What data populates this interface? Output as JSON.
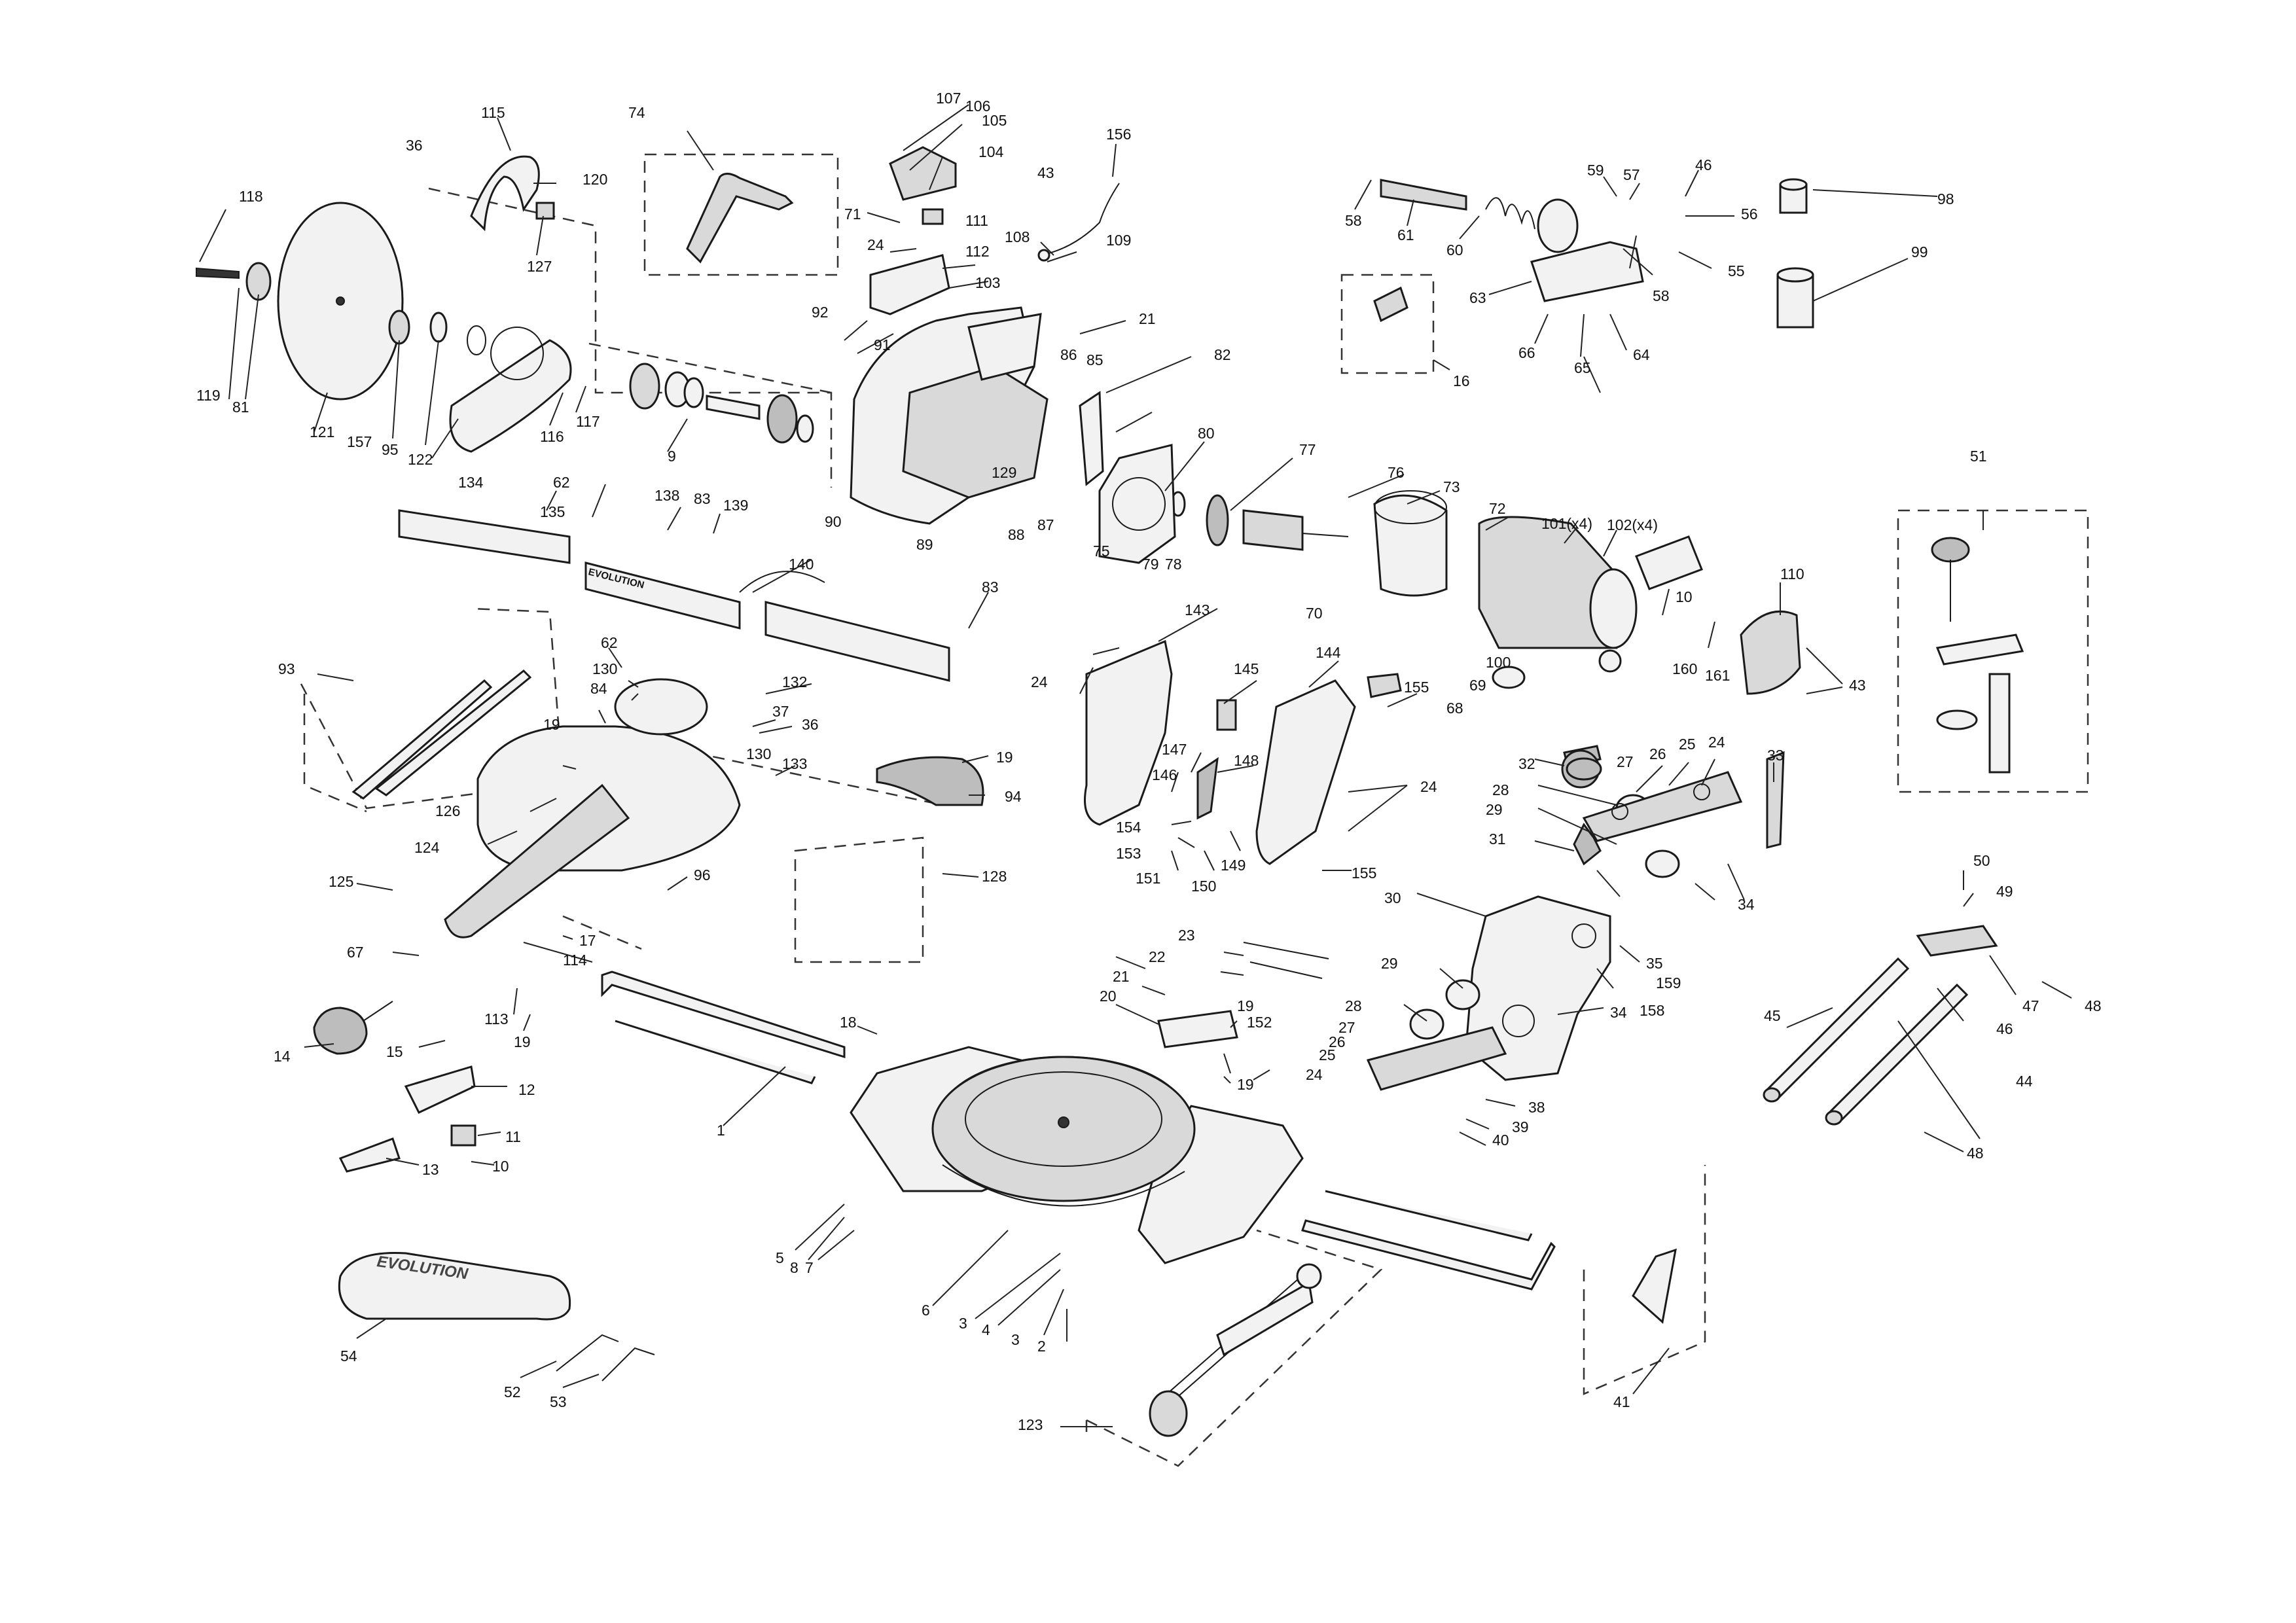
{
  "brand_text": [
    "EVOLUTION"
  ],
  "callouts": [
    {
      "id": "p1",
      "text": "1"
    },
    {
      "id": "p2",
      "text": "2"
    },
    {
      "id": "p3a",
      "text": "3"
    },
    {
      "id": "p3b",
      "text": "3"
    },
    {
      "id": "p4",
      "text": "4"
    },
    {
      "id": "p5",
      "text": "5"
    },
    {
      "id": "p6",
      "text": "6"
    },
    {
      "id": "p7",
      "text": "7"
    },
    {
      "id": "p8",
      "text": "8"
    },
    {
      "id": "p9",
      "text": "9"
    },
    {
      "id": "p10a",
      "text": "10"
    },
    {
      "id": "p10b",
      "text": "10"
    },
    {
      "id": "p11",
      "text": "11"
    },
    {
      "id": "p12",
      "text": "12"
    },
    {
      "id": "p13",
      "text": "13"
    },
    {
      "id": "p14",
      "text": "14"
    },
    {
      "id": "p15",
      "text": "15"
    },
    {
      "id": "p16",
      "text": "16"
    },
    {
      "id": "p17",
      "text": "17"
    },
    {
      "id": "p18",
      "text": "18"
    },
    {
      "id": "p19a",
      "text": "19"
    },
    {
      "id": "p19b",
      "text": "19"
    },
    {
      "id": "p19c",
      "text": "19"
    },
    {
      "id": "p19d",
      "text": "19"
    },
    {
      "id": "p19e",
      "text": "19"
    },
    {
      "id": "p20",
      "text": "20"
    },
    {
      "id": "p21a",
      "text": "21"
    },
    {
      "id": "p21b",
      "text": "21"
    },
    {
      "id": "p22",
      "text": "22"
    },
    {
      "id": "p23",
      "text": "23"
    },
    {
      "id": "p24a",
      "text": "24"
    },
    {
      "id": "p24b",
      "text": "24"
    },
    {
      "id": "p24c",
      "text": "24"
    },
    {
      "id": "p24d",
      "text": "24"
    },
    {
      "id": "p24e",
      "text": "24"
    },
    {
      "id": "p25a",
      "text": "25"
    },
    {
      "id": "p25b",
      "text": "25"
    },
    {
      "id": "p26a",
      "text": "26"
    },
    {
      "id": "p26b",
      "text": "26"
    },
    {
      "id": "p27a",
      "text": "27"
    },
    {
      "id": "p27b",
      "text": "27"
    },
    {
      "id": "p28a",
      "text": "28"
    },
    {
      "id": "p28b",
      "text": "28"
    },
    {
      "id": "p29a",
      "text": "29"
    },
    {
      "id": "p29b",
      "text": "29"
    },
    {
      "id": "p30",
      "text": "30"
    },
    {
      "id": "p31",
      "text": "31"
    },
    {
      "id": "p32",
      "text": "32"
    },
    {
      "id": "p33",
      "text": "33"
    },
    {
      "id": "p34a",
      "text": "34"
    },
    {
      "id": "p34b",
      "text": "34"
    },
    {
      "id": "p35",
      "text": "35"
    },
    {
      "id": "p36a",
      "text": "36"
    },
    {
      "id": "p36b",
      "text": "36"
    },
    {
      "id": "p37",
      "text": "37"
    },
    {
      "id": "p38",
      "text": "38"
    },
    {
      "id": "p39",
      "text": "39"
    },
    {
      "id": "p40",
      "text": "40"
    },
    {
      "id": "p41",
      "text": "41"
    },
    {
      "id": "p43a",
      "text": "43"
    },
    {
      "id": "p43b",
      "text": "43"
    },
    {
      "id": "p44",
      "text": "44"
    },
    {
      "id": "p45",
      "text": "45"
    },
    {
      "id": "p46a",
      "text": "46"
    },
    {
      "id": "p46b",
      "text": "46"
    },
    {
      "id": "p47",
      "text": "47"
    },
    {
      "id": "p48a",
      "text": "48"
    },
    {
      "id": "p48b",
      "text": "48"
    },
    {
      "id": "p49",
      "text": "49"
    },
    {
      "id": "p50",
      "text": "50"
    },
    {
      "id": "p51",
      "text": "51"
    },
    {
      "id": "p52",
      "text": "52"
    },
    {
      "id": "p53",
      "text": "53"
    },
    {
      "id": "p54",
      "text": "54"
    },
    {
      "id": "p55",
      "text": "55"
    },
    {
      "id": "p56",
      "text": "56"
    },
    {
      "id": "p57",
      "text": "57"
    },
    {
      "id": "p58a",
      "text": "58"
    },
    {
      "id": "p58b",
      "text": "58"
    },
    {
      "id": "p59",
      "text": "59"
    },
    {
      "id": "p60",
      "text": "60"
    },
    {
      "id": "p61",
      "text": "61"
    },
    {
      "id": "p62a",
      "text": "62"
    },
    {
      "id": "p62b",
      "text": "62"
    },
    {
      "id": "p63",
      "text": "63"
    },
    {
      "id": "p64",
      "text": "64"
    },
    {
      "id": "p65",
      "text": "65"
    },
    {
      "id": "p66",
      "text": "66"
    },
    {
      "id": "p67",
      "text": "67"
    },
    {
      "id": "p68",
      "text": "68"
    },
    {
      "id": "p69",
      "text": "69"
    },
    {
      "id": "p70",
      "text": "70"
    },
    {
      "id": "p71",
      "text": "71"
    },
    {
      "id": "p72",
      "text": "72"
    },
    {
      "id": "p73",
      "text": "73"
    },
    {
      "id": "p74",
      "text": "74"
    },
    {
      "id": "p75",
      "text": "75"
    },
    {
      "id": "p76",
      "text": "76"
    },
    {
      "id": "p77",
      "text": "77"
    },
    {
      "id": "p78",
      "text": "78"
    },
    {
      "id": "p79",
      "text": "79"
    },
    {
      "id": "p80",
      "text": "80"
    },
    {
      "id": "p81",
      "text": "81"
    },
    {
      "id": "p82",
      "text": "82"
    },
    {
      "id": "p83a",
      "text": "83"
    },
    {
      "id": "p83b",
      "text": "83"
    },
    {
      "id": "p84",
      "text": "84"
    },
    {
      "id": "p85",
      "text": "85"
    },
    {
      "id": "p86",
      "text": "86"
    },
    {
      "id": "p87",
      "text": "87"
    },
    {
      "id": "p88",
      "text": "88"
    },
    {
      "id": "p89",
      "text": "89"
    },
    {
      "id": "p90",
      "text": "90"
    },
    {
      "id": "p91",
      "text": "91"
    },
    {
      "id": "p92",
      "text": "92"
    },
    {
      "id": "p93",
      "text": "93"
    },
    {
      "id": "p94",
      "text": "94"
    },
    {
      "id": "p95",
      "text": "95"
    },
    {
      "id": "p96",
      "text": "96"
    },
    {
      "id": "p98",
      "text": "98"
    },
    {
      "id": "p99",
      "text": "99"
    },
    {
      "id": "p100",
      "text": "100"
    },
    {
      "id": "p101",
      "text": "101(x4)"
    },
    {
      "id": "p102",
      "text": "102(x4)"
    },
    {
      "id": "p103",
      "text": "103"
    },
    {
      "id": "p104",
      "text": "104"
    },
    {
      "id": "p105",
      "text": "105"
    },
    {
      "id": "p106",
      "text": "106"
    },
    {
      "id": "p107",
      "text": "107"
    },
    {
      "id": "p108",
      "text": "108"
    },
    {
      "id": "p109",
      "text": "109"
    },
    {
      "id": "p110",
      "text": "110"
    },
    {
      "id": "p111",
      "text": "111"
    },
    {
      "id": "p112",
      "text": "112"
    },
    {
      "id": "p113",
      "text": "113"
    },
    {
      "id": "p114",
      "text": "114"
    },
    {
      "id": "p115",
      "text": "115"
    },
    {
      "id": "p116",
      "text": "116"
    },
    {
      "id": "p117",
      "text": "117"
    },
    {
      "id": "p118",
      "text": "118"
    },
    {
      "id": "p119",
      "text": "119"
    },
    {
      "id": "p120",
      "text": "120"
    },
    {
      "id": "p121",
      "text": "121"
    },
    {
      "id": "p122",
      "text": "122"
    },
    {
      "id": "p123",
      "text": "123"
    },
    {
      "id": "p124",
      "text": "124"
    },
    {
      "id": "p125",
      "text": "125"
    },
    {
      "id": "p126",
      "text": "126"
    },
    {
      "id": "p127",
      "text": "127"
    },
    {
      "id": "p128",
      "text": "128"
    },
    {
      "id": "p129",
      "text": "129"
    },
    {
      "id": "p130a",
      "text": "130"
    },
    {
      "id": "p130b",
      "text": "130"
    },
    {
      "id": "p132",
      "text": "132"
    },
    {
      "id": "p133",
      "text": "133"
    },
    {
      "id": "p134",
      "text": "134"
    },
    {
      "id": "p135",
      "text": "135"
    },
    {
      "id": "p138",
      "text": "138"
    },
    {
      "id": "p139",
      "text": "139"
    },
    {
      "id": "p140",
      "text": "140"
    },
    {
      "id": "p143",
      "text": "143"
    },
    {
      "id": "p144",
      "text": "144"
    },
    {
      "id": "p145",
      "text": "145"
    },
    {
      "id": "p146",
      "text": "146"
    },
    {
      "id": "p147",
      "text": "147"
    },
    {
      "id": "p148",
      "text": "148"
    },
    {
      "id": "p149",
      "text": "149"
    },
    {
      "id": "p150",
      "text": "150"
    },
    {
      "id": "p151",
      "text": "151"
    },
    {
      "id": "p152",
      "text": "152"
    },
    {
      "id": "p153",
      "text": "153"
    },
    {
      "id": "p154",
      "text": "154"
    },
    {
      "id": "p155a",
      "text": "155"
    },
    {
      "id": "p155b",
      "text": "155"
    },
    {
      "id": "p156",
      "text": "156"
    },
    {
      "id": "p157",
      "text": "157"
    },
    {
      "id": "p158",
      "text": "158"
    },
    {
      "id": "p159",
      "text": "159"
    },
    {
      "id": "p160",
      "text": "160"
    },
    {
      "id": "p161",
      "text": "161"
    }
  ]
}
